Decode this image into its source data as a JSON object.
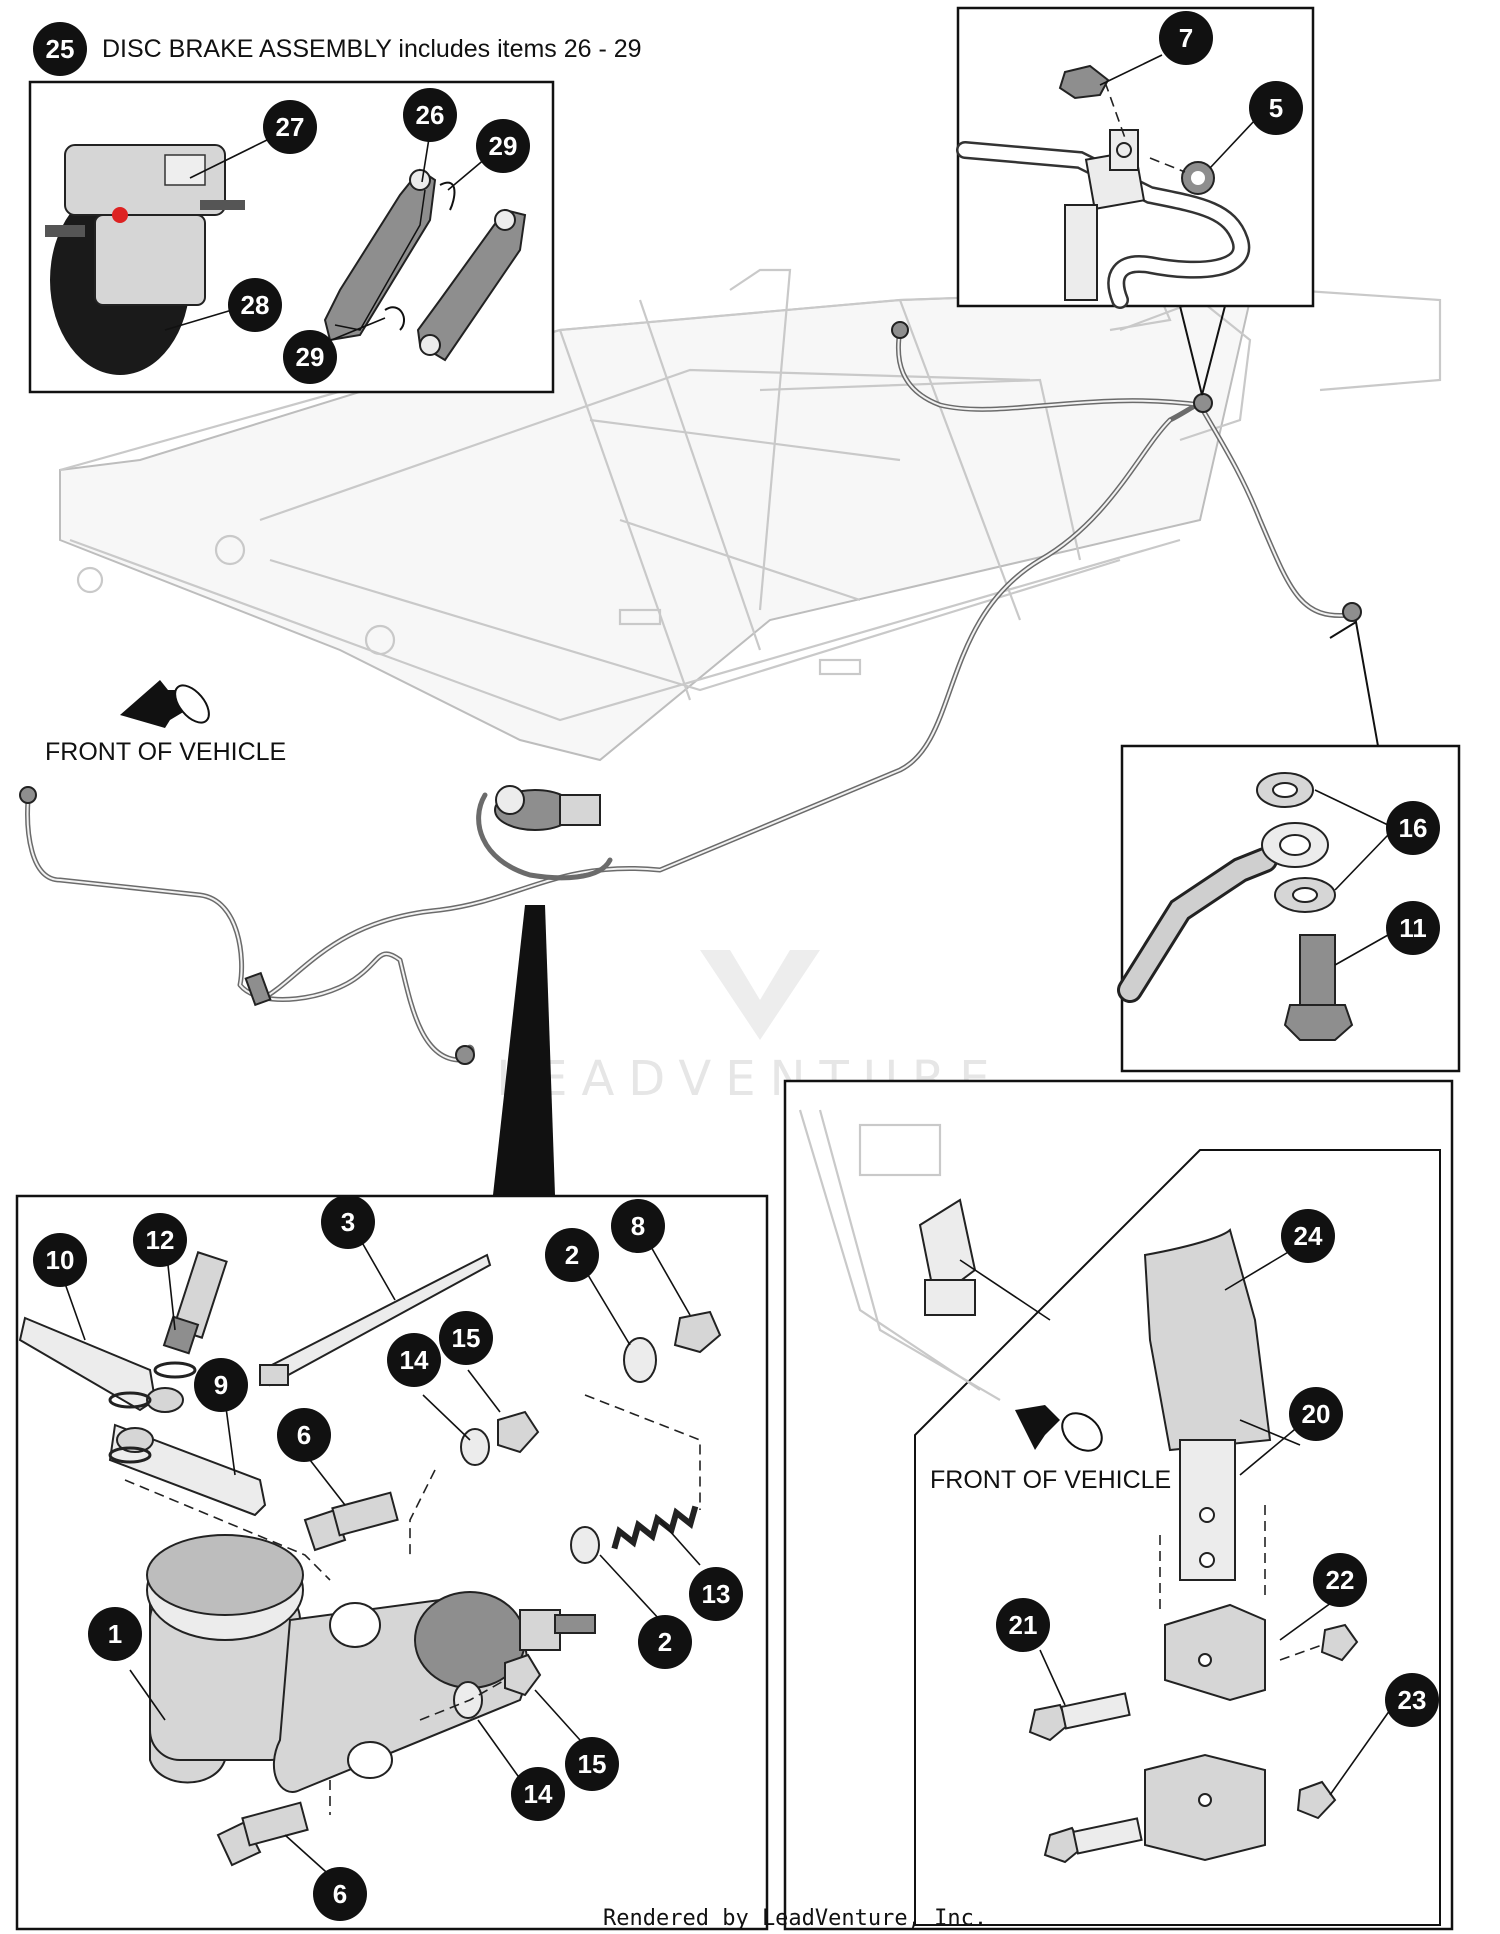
{
  "header": {
    "assembly_callout": "25",
    "assembly_title": "DISC BRAKE ASSEMBLY includes items 26 - 29"
  },
  "labels": {
    "front_of_vehicle_main": "FRONT OF VEHICLE",
    "front_of_vehicle_pedal": "FRONT OF VEHICLE"
  },
  "callouts": [
    {
      "id": "c27",
      "number": "27"
    },
    {
      "id": "c26",
      "number": "26"
    },
    {
      "id": "c29a",
      "number": "29"
    },
    {
      "id": "c28",
      "number": "28"
    },
    {
      "id": "c29b",
      "number": "29"
    },
    {
      "id": "c7",
      "number": "7"
    },
    {
      "id": "c5",
      "number": "5"
    },
    {
      "id": "c16",
      "number": "16"
    },
    {
      "id": "c11",
      "number": "11"
    },
    {
      "id": "c3",
      "number": "3"
    },
    {
      "id": "c2a",
      "number": "2"
    },
    {
      "id": "c8",
      "number": "8"
    },
    {
      "id": "c10",
      "number": "10"
    },
    {
      "id": "c12",
      "number": "12"
    },
    {
      "id": "c9",
      "number": "9"
    },
    {
      "id": "c14a",
      "number": "14"
    },
    {
      "id": "c15a",
      "number": "15"
    },
    {
      "id": "c6a",
      "number": "6"
    },
    {
      "id": "c13",
      "number": "13"
    },
    {
      "id": "c2b",
      "number": "2"
    },
    {
      "id": "c1",
      "number": "1"
    },
    {
      "id": "c15b",
      "number": "15"
    },
    {
      "id": "c14b",
      "number": "14"
    },
    {
      "id": "c6b",
      "number": "6"
    },
    {
      "id": "c24",
      "number": "24"
    },
    {
      "id": "c20",
      "number": "20"
    },
    {
      "id": "c22",
      "number": "22"
    },
    {
      "id": "c21",
      "number": "21"
    },
    {
      "id": "c23",
      "number": "23"
    }
  ],
  "watermark": "LEADVENTURE",
  "footer": "Rendered by LeadVenture, Inc."
}
